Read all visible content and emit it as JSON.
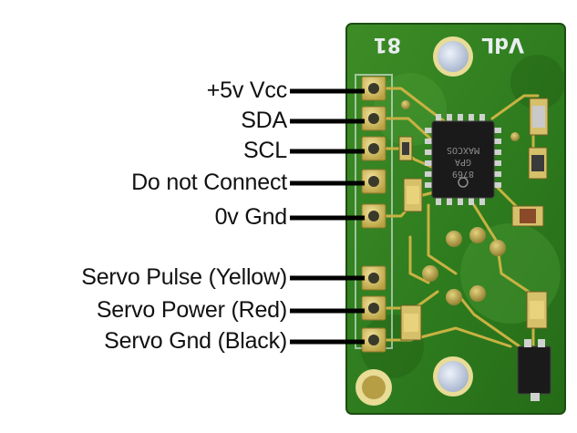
{
  "pins": [
    {
      "label": "+5v Vcc"
    },
    {
      "label": "SDA"
    },
    {
      "label": "SCL"
    },
    {
      "label": "Do not Connect"
    },
    {
      "label": "0v Gnd"
    },
    {
      "label": "Servo Pulse (Yellow)"
    },
    {
      "label": "Servo Power (Red)"
    },
    {
      "label": "Servo Gnd (Black)"
    }
  ],
  "board": {
    "silkscreen_number": "81",
    "silkscreen_mark": "VdL",
    "chip_lines": [
      "8769",
      "GPA",
      "MAXCOS"
    ]
  },
  "colors": {
    "pcb": "#2f7d1f",
    "pcb_dark": "#1f5a12",
    "pcb_light": "#4a9a33",
    "pad": "#d8c56a",
    "trace": "#c8b243",
    "leader": "#000000",
    "chip": "#1a1a1a",
    "hole": "#c9d3e6"
  }
}
